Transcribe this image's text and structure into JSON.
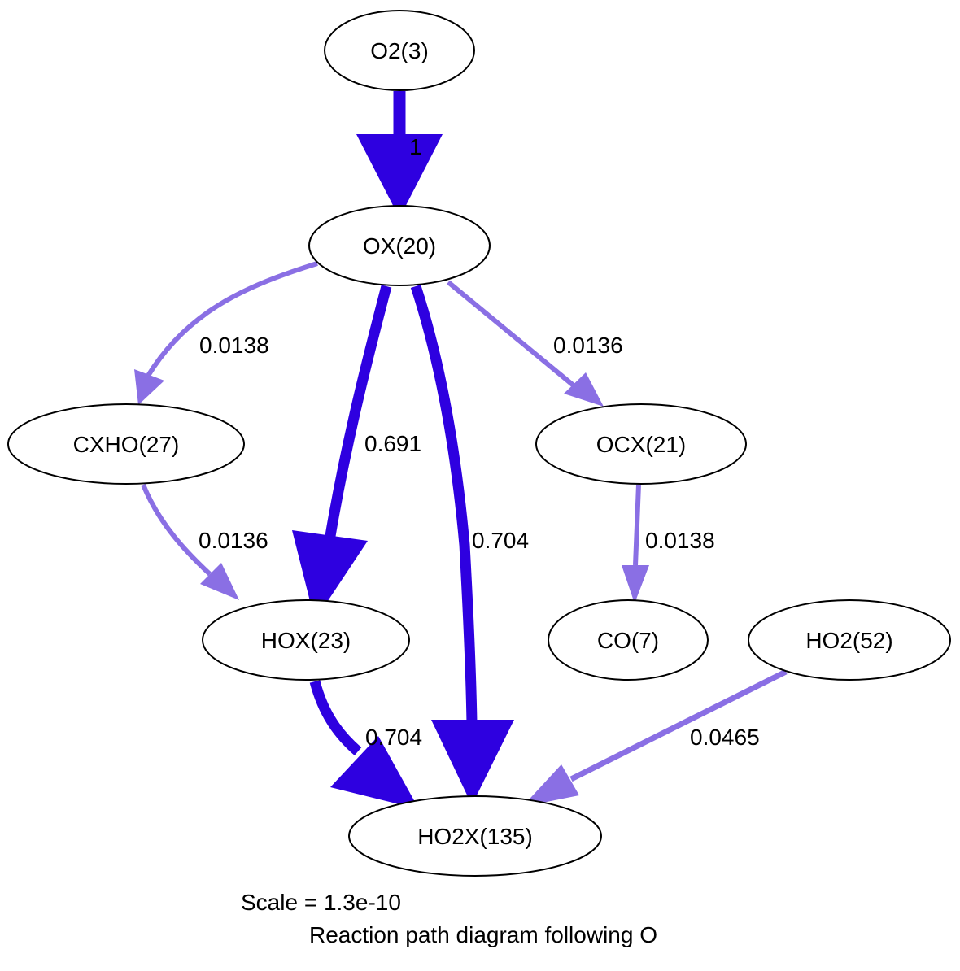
{
  "colors": {
    "strong_edge": "#2e00e0",
    "weak_edge": "#8a6fe4",
    "node_stroke": "#000000",
    "text": "#000000"
  },
  "nodes": {
    "o2": "O2(3)",
    "ox": "OX(20)",
    "cxho": "CXHO(27)",
    "ocx": "OCX(21)",
    "hox": "HOX(23)",
    "co": "CO(7)",
    "ho2": "HO2(52)",
    "ho2x": "HO2X(135)"
  },
  "edges": {
    "o2_to_ox": "1",
    "ox_to_cxho": "0.0138",
    "ox_to_hox": "0.691",
    "ox_to_ho2x": "0.704",
    "ox_to_ocx": "0.0136",
    "cxho_to_hox": "0.0136",
    "ocx_to_co": "0.0138",
    "hox_to_ho2x": "0.704",
    "ho2_to_ho2x": "0.0465"
  },
  "caption": {
    "scale": "Scale = 1.3e-10",
    "title": "Reaction path diagram following O"
  }
}
